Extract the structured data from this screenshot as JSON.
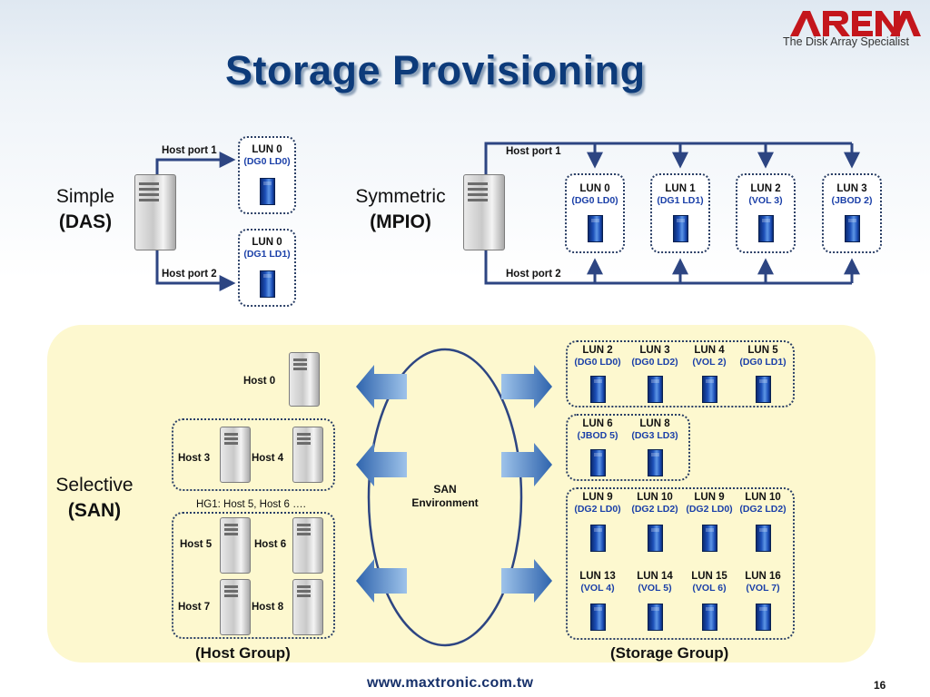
{
  "title": "Storage Provisioning",
  "logo": {
    "word": "ARENA",
    "tagline": "The Disk Array Specialist"
  },
  "das": {
    "mode": "Simple",
    "mode_bold": "(DAS)",
    "port1": "Host port 1",
    "port2": "Host port 2",
    "luns": [
      {
        "name": "LUN 0",
        "sub": "(DG0 LD0)"
      },
      {
        "name": "LUN 0",
        "sub": "(DG1 LD1)"
      }
    ]
  },
  "mpio": {
    "mode": "Symmetric",
    "mode_bold": "(MPIO)",
    "port1": "Host port 1",
    "port2": "Host port 2",
    "luns": [
      {
        "name": "LUN 0",
        "sub": "(DG0 LD0)"
      },
      {
        "name": "LUN 1",
        "sub": "(DG1 LD1)"
      },
      {
        "name": "LUN 2",
        "sub": "(VOL 3)"
      },
      {
        "name": "LUN 3",
        "sub": "(JBOD 2)"
      }
    ]
  },
  "san": {
    "mode": "Selective",
    "mode_bold": "(SAN)",
    "env_line1": "SAN",
    "env_line2": "Environment",
    "host0": "Host 0",
    "hosts_group1": [
      "Host 3",
      "Host 4"
    ],
    "hg_caption": "HG1: Host 5, Host 6 ….",
    "hosts_group2": [
      "Host 5",
      "Host 6",
      "Host 7",
      "Host 8"
    ],
    "host_group_label": "(Host Group)",
    "storage_group_label": "(Storage Group)",
    "sg1": [
      {
        "name": "LUN 2",
        "sub": "(DG0 LD0)"
      },
      {
        "name": "LUN 3",
        "sub": "(DG0 LD2)"
      },
      {
        "name": "LUN 4",
        "sub": "(VOL 2)"
      },
      {
        "name": "LUN 5",
        "sub": "(DG0 LD1)"
      }
    ],
    "sg2": [
      {
        "name": "LUN 6",
        "sub": "(JBOD 5)"
      },
      {
        "name": "LUN 8",
        "sub": "(DG3 LD3)"
      }
    ],
    "sg3_row1": [
      {
        "name": "LUN 9",
        "sub": "(DG2 LD0)"
      },
      {
        "name": "LUN 10",
        "sub": "(DG2 LD2)"
      },
      {
        "name": "LUN 9",
        "sub": "(DG2 LD0)"
      },
      {
        "name": "LUN 10",
        "sub": "(DG2 LD2)"
      }
    ],
    "sg3_row2": [
      {
        "name": "LUN 13",
        "sub": "(VOL 4)"
      },
      {
        "name": "LUN 14",
        "sub": "(VOL 5)"
      },
      {
        "name": "LUN 15",
        "sub": "(VOL 6)"
      },
      {
        "name": "LUN 16",
        "sub": "(VOL 7)"
      }
    ]
  },
  "footer": {
    "url": "www.maxtronic.com.tw",
    "page": "16"
  },
  "colors": {
    "title": "#0d3b7a",
    "line": "#2d4582",
    "lun_sub": "#1a3fa8",
    "san_panel": "#fdf8cf"
  }
}
